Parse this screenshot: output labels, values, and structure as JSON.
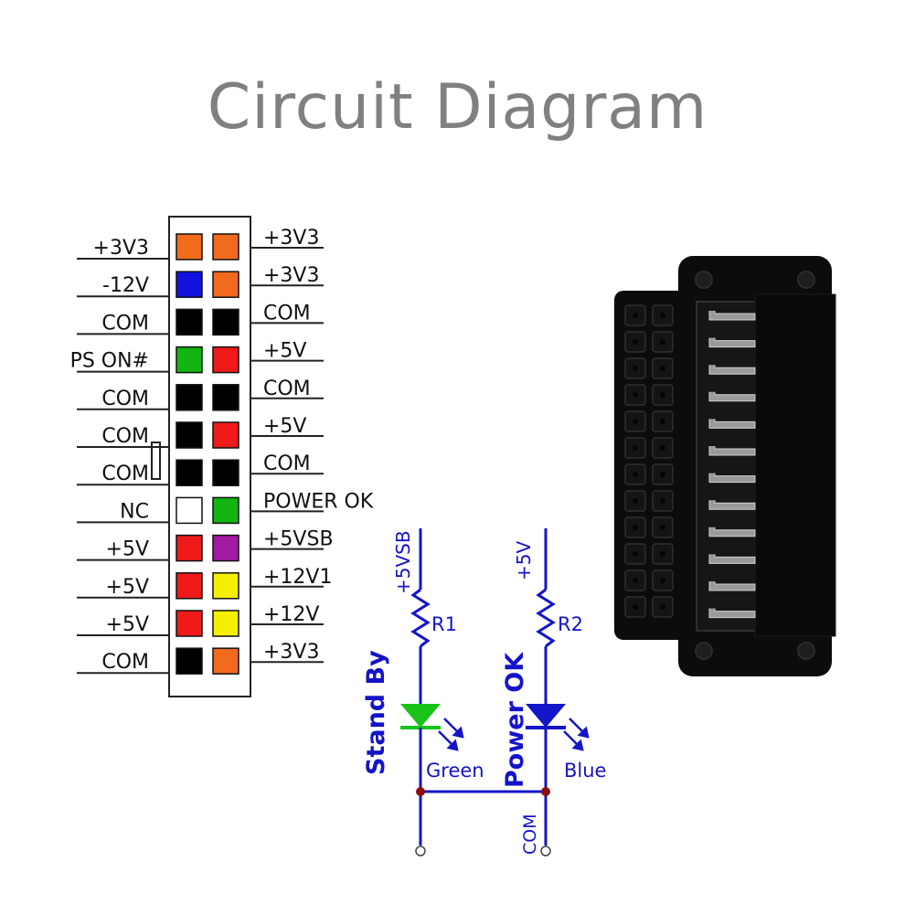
{
  "title": "Circuit Diagram",
  "connector": {
    "left_labels": [
      "+3V3",
      "-12V",
      "COM",
      "PS ON#",
      "COM",
      "COM",
      "COM",
      "NC",
      "+5V",
      "+5V",
      "+5V",
      "COM"
    ],
    "right_labels": [
      "+3V3",
      "+3V3",
      "COM",
      "+5V",
      "COM",
      "+5V",
      "COM",
      "POWER OK",
      "+5VSB",
      "+12V1",
      "+12V",
      "+3V3"
    ],
    "left_colors": [
      "#f26a1b",
      "#1212e0",
      "#000000",
      "#12b512",
      "#000000",
      "#000000",
      "#000000",
      "#ffffff",
      "#ef1a1a",
      "#ef1a1a",
      "#ef1a1a",
      "#000000"
    ],
    "right_colors": [
      "#f26a1b",
      "#f26a1b",
      "#000000",
      "#ef1a1a",
      "#000000",
      "#ef1a1a",
      "#000000",
      "#12b512",
      "#a31aa3",
      "#f5f000",
      "#f5f000",
      "#f26a1b"
    ]
  },
  "schematic": {
    "supply1": "+5VSB",
    "supply2": "+5V",
    "r1": "R1",
    "r2": "R2",
    "standby_label": "Stand By",
    "powerok_label": "Power OK",
    "led1_color_label": "Green",
    "led2_color_label": "Blue",
    "ground_label": "COM",
    "wire_color": "#1414c8",
    "led1_color": "#18c418",
    "junction_color": "#8b1010"
  },
  "colors": {
    "title": "#808080",
    "adapter_body": "#0c0c0c",
    "pin_metal": "#9a9a9a"
  }
}
